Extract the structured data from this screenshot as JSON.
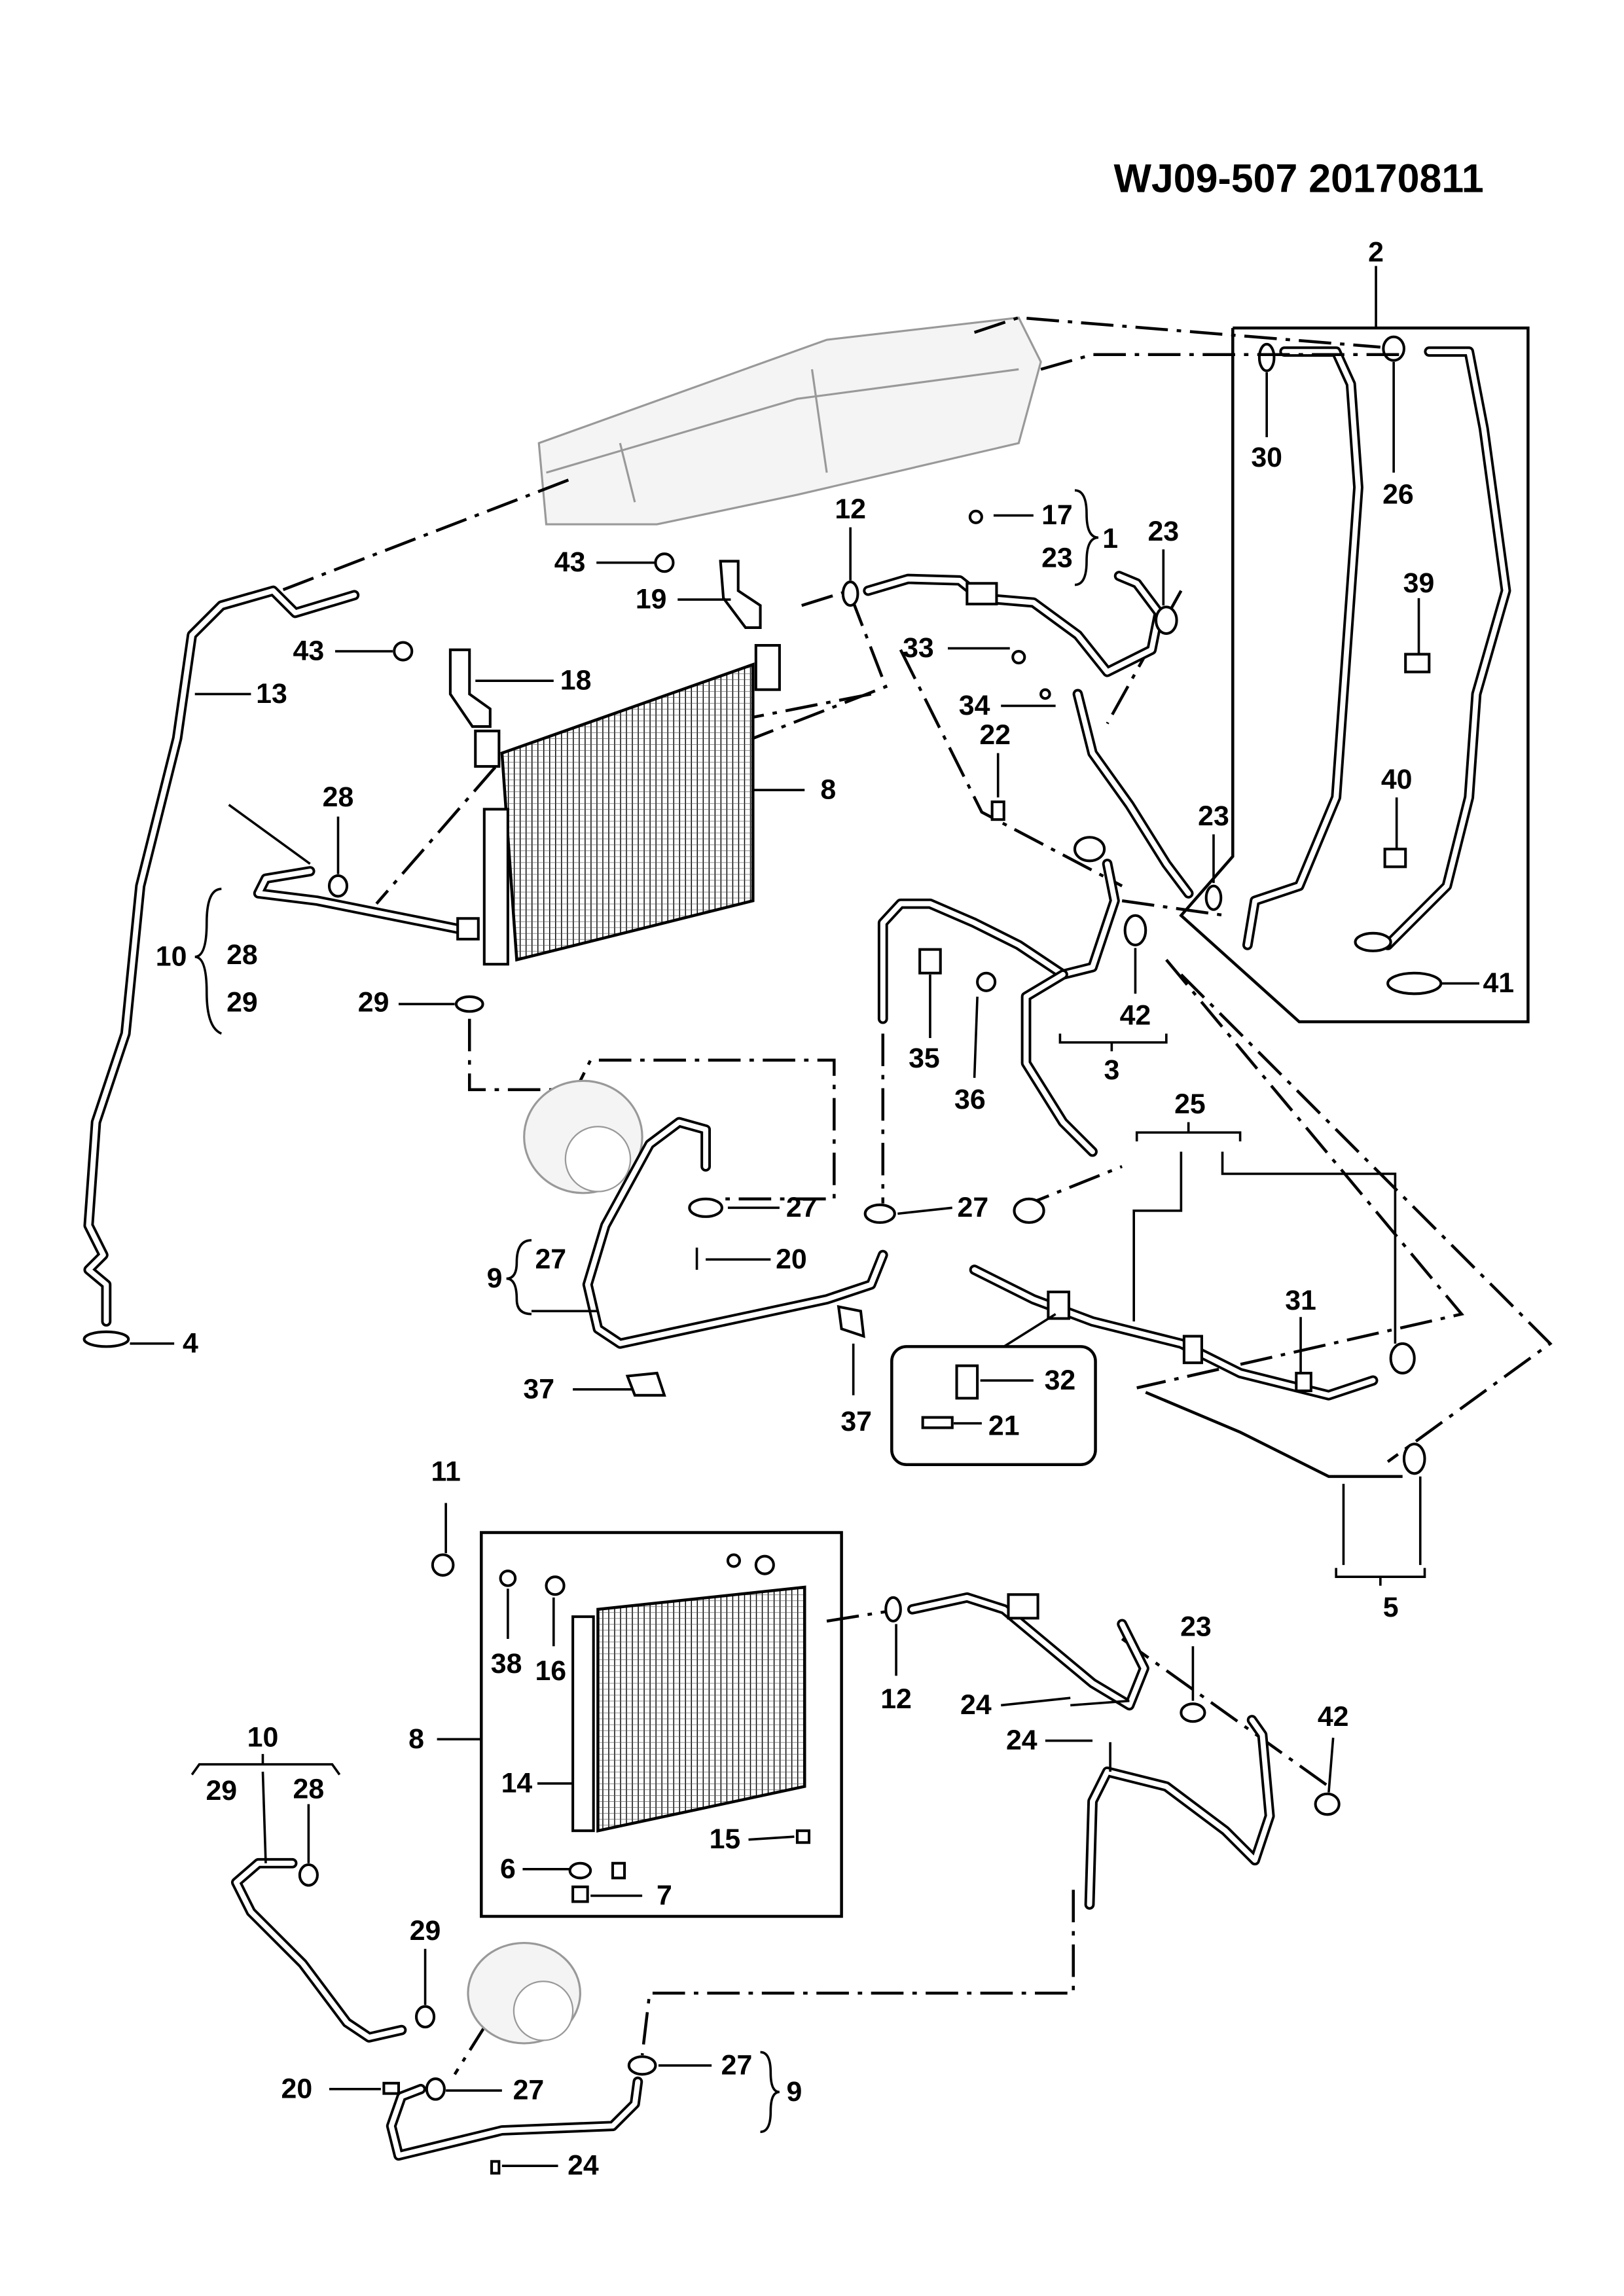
{
  "title": "WJ09-507  20170811",
  "callouts": {
    "c2": "2",
    "c30": "30",
    "c26": "26",
    "c39": "39",
    "c40": "40",
    "c41": "41",
    "c12a": "12",
    "c17": "17",
    "c23a": "23",
    "c1": "1",
    "c23b": "23",
    "c43a": "43",
    "c19": "19",
    "c43b": "43",
    "c18": "18",
    "c13": "13",
    "c33": "33",
    "c34": "34",
    "c22": "22",
    "c8a": "8",
    "c28a": "28",
    "c10a": "10",
    "c28b": "28",
    "c29a": "29",
    "c29b": "29",
    "c23c": "23",
    "c42a": "42",
    "c35": "35",
    "c36": "36",
    "c3": "3",
    "c25": "25",
    "c27a": "27",
    "c27b": "27",
    "c9a": "9",
    "c27c": "27",
    "c20a": "20",
    "c31": "31",
    "c32": "32",
    "c21": "21",
    "c37a": "37",
    "c37b": "37",
    "c4": "4",
    "c5": "5",
    "c11": "11",
    "c38": "38",
    "c16": "16",
    "c12b": "12",
    "c23d": "23",
    "c24a": "24",
    "c24b": "24",
    "c42b": "42",
    "c10b": "10",
    "c29c": "29",
    "c28c": "28",
    "c8b": "8",
    "c14": "14",
    "c15": "15",
    "c6": "6",
    "c7": "7",
    "c29d": "29",
    "c27d": "27",
    "c9b": "9",
    "c20b": "20",
    "c27e": "27",
    "c24c": "24"
  }
}
